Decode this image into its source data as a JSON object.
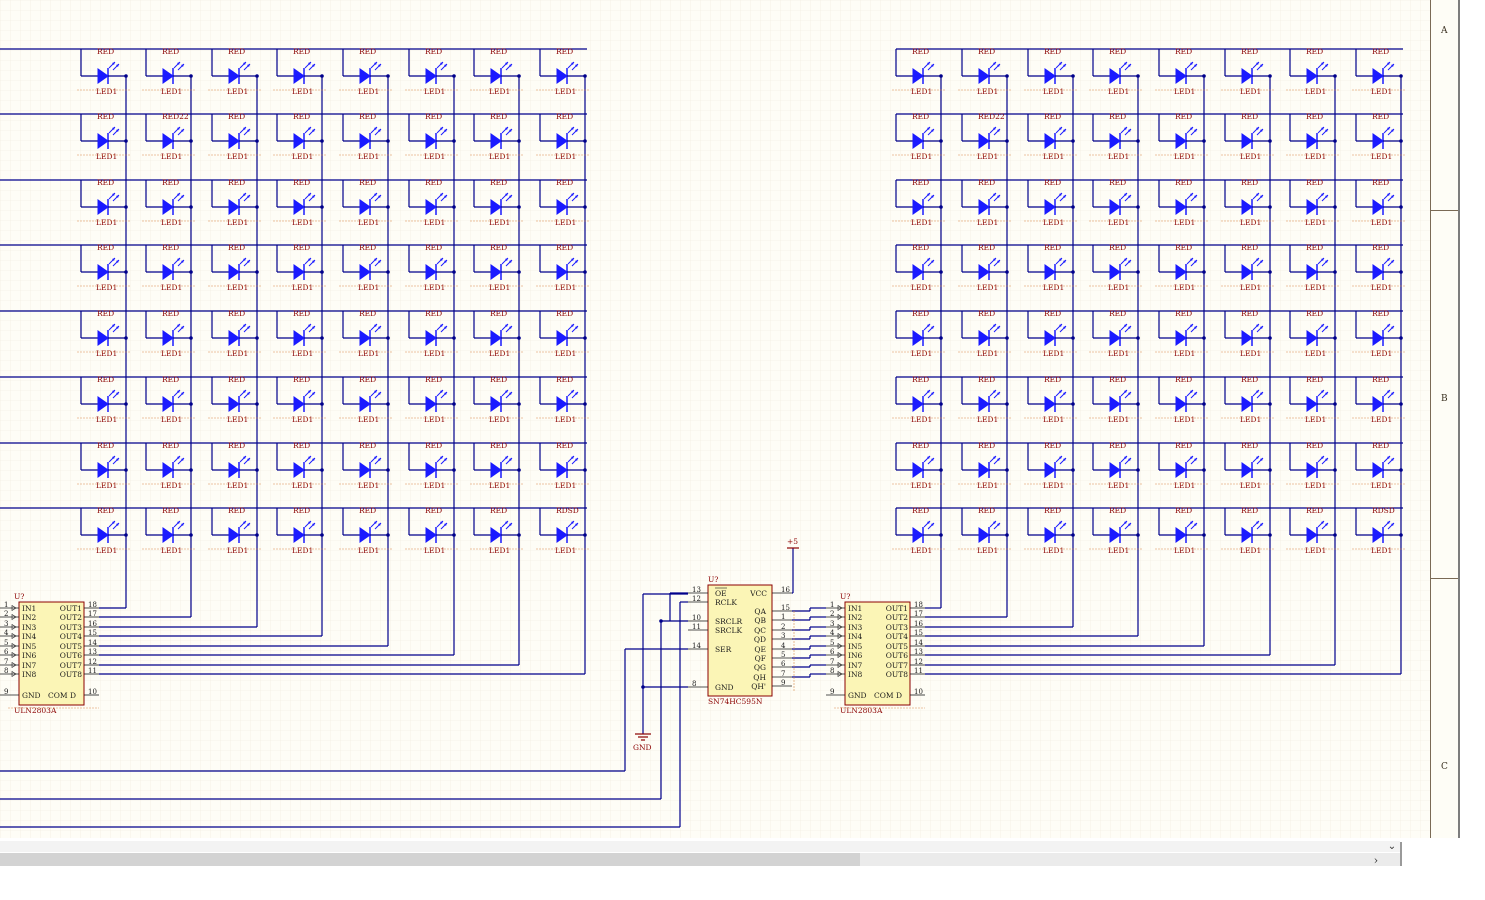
{
  "led": {
    "label_red": "RED",
    "label_red22": "RED22",
    "label_rdsd": "RDSD",
    "value": "LED1"
  },
  "chips": {
    "uln_left": {
      "ref": "U?",
      "part": "ULN2803A"
    },
    "uln_right": {
      "ref": "U?",
      "part": "ULN2803A"
    },
    "shift": {
      "ref": "U?",
      "part": "SN74HC595N"
    }
  },
  "uln_pins": {
    "inputs": [
      "IN1",
      "IN2",
      "IN3",
      "IN4",
      "IN5",
      "IN6",
      "IN7",
      "IN8"
    ],
    "outputs": [
      "OUT1",
      "OUT2",
      "OUT3",
      "OUT4",
      "OUT5",
      "OUT6",
      "OUT7",
      "OUT8"
    ],
    "in_nums": [
      "1",
      "2",
      "3",
      "4",
      "5",
      "6",
      "7",
      "8"
    ],
    "out_nums": [
      "18",
      "17",
      "16",
      "15",
      "14",
      "13",
      "12",
      "11"
    ],
    "gnd": "GND",
    "gnd_num": "9",
    "com": "COM D",
    "com_num": "10"
  },
  "shift_pins": {
    "left": [
      {
        "name": "OE",
        "num": "13"
      },
      {
        "name": "RCLK",
        "num": "12"
      },
      {
        "name": "SRCLR",
        "num": "10"
      },
      {
        "name": "SRCLK",
        "num": "11"
      },
      {
        "name": "SER",
        "num": "14"
      },
      {
        "name": "GND",
        "num": "8"
      }
    ],
    "vcc": "VCC",
    "vcc_num": "16",
    "right": [
      {
        "name": "QA",
        "num": "15"
      },
      {
        "name": "QB",
        "num": "1"
      },
      {
        "name": "QC",
        "num": "2"
      },
      {
        "name": "QD",
        "num": "3"
      },
      {
        "name": "QE",
        "num": "4"
      },
      {
        "name": "QF",
        "num": "5"
      },
      {
        "name": "QG",
        "num": "6"
      },
      {
        "name": "QH",
        "num": "7"
      },
      {
        "name": "QH'",
        "num": "9"
      }
    ]
  },
  "power": {
    "plus": "+5",
    "gnd": "GND"
  },
  "zones": [
    "A",
    "B",
    "C"
  ],
  "colors": {
    "wire": "#00008b",
    "led": "#1a1aff",
    "chip_fill": "#fbf5b6",
    "chip_border": "#8b0000",
    "label": "#8b0000",
    "background": "#fefdf6"
  },
  "scroll": {
    "right_arrow": "›",
    "down_arrow": "⌄"
  }
}
